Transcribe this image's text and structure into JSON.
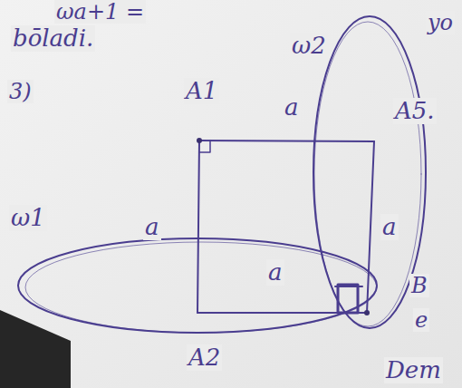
{
  "diagram": {
    "labels": [
      "ωa+1 =",
      "bōladi.",
      "3)",
      "A1",
      "a",
      "A5.",
      "yo",
      "ω2",
      "a",
      "a",
      "ω1",
      "a",
      "A2",
      "B",
      "e",
      "Dem"
    ]
  }
}
